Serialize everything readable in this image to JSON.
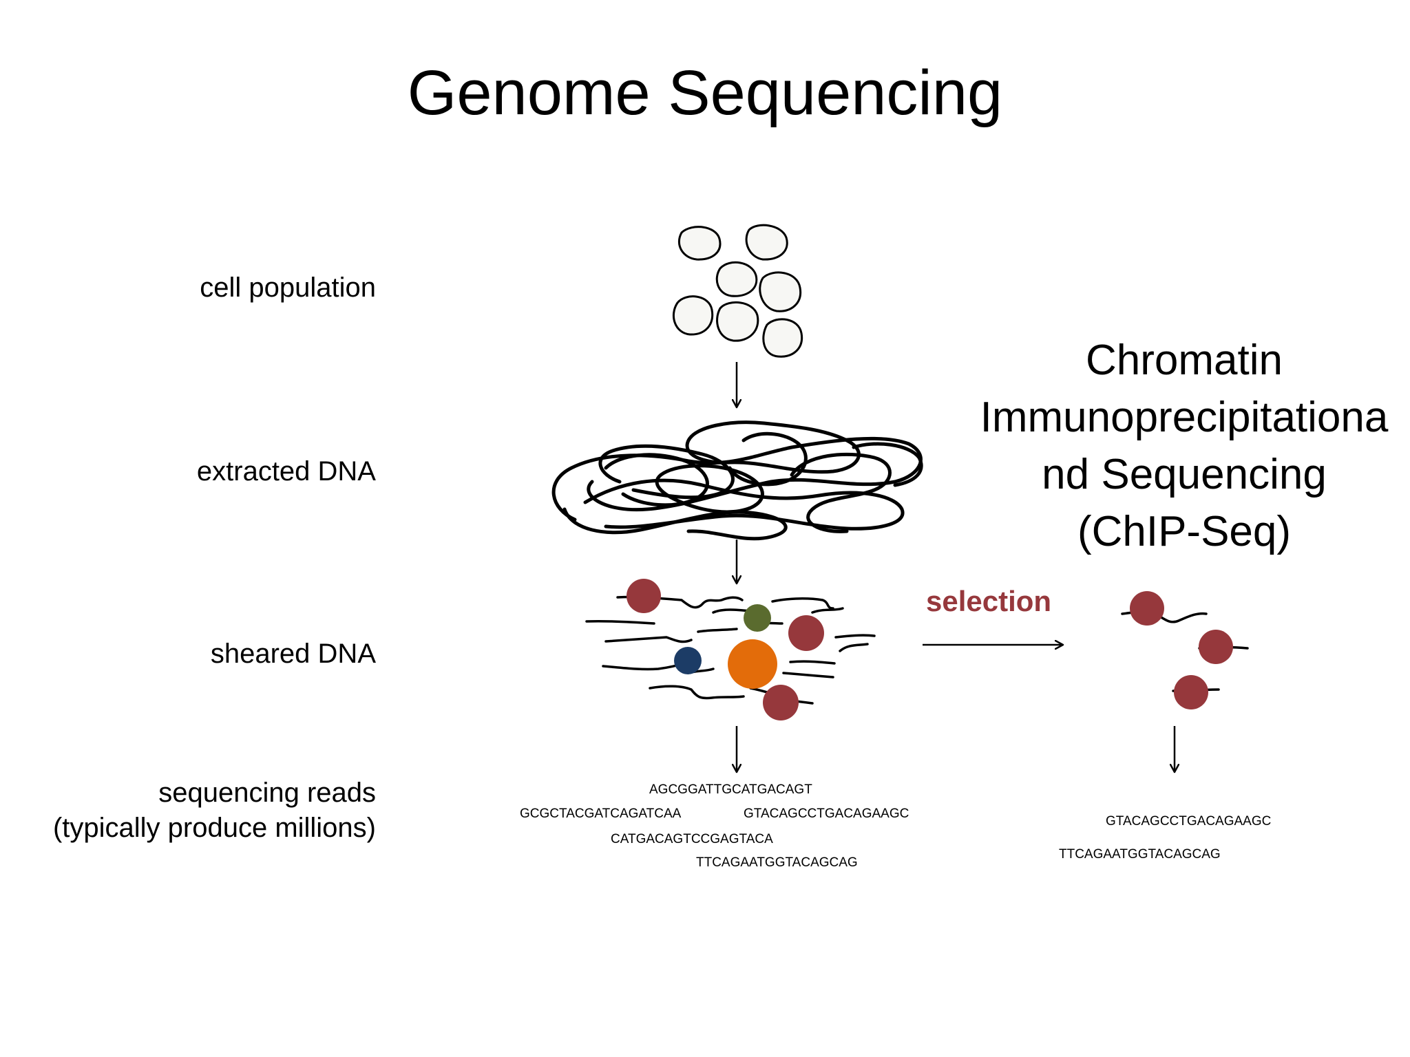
{
  "title": "Genome Sequencing",
  "stages": {
    "cell_population": "cell population",
    "extracted_dna": "extracted DNA",
    "sheared_dna": "sheared DNA",
    "sequencing_reads": "sequencing reads",
    "sequencing_reads_note": "(typically produce millions)"
  },
  "chip": {
    "title_lines": [
      "Chromatin",
      "Immunoprecipitationa",
      "nd Sequencing",
      "(ChIP-Seq)"
    ],
    "selection_label": "selection"
  },
  "reads_all": [
    "AGCGGATTGCATGACAGT",
    "GCGCTACGATCAGATCAA",
    "GTACAGCCTGACAGAAGC",
    "CATGACAGTCCGAGTACA",
    "TTCAGAATGGTACAGCAG"
  ],
  "reads_selected": [
    "GTACAGCCTGACAGAAGC",
    "TTCAGAATGGTACAGCAG"
  ],
  "colors": {
    "protein_red": "#96383c",
    "protein_green": "#5a6b2e",
    "protein_blue": "#1c3c66",
    "protein_orange": "#e36c0a",
    "selection_text": "#96383c",
    "cell_fill": "#f7f7f4"
  }
}
